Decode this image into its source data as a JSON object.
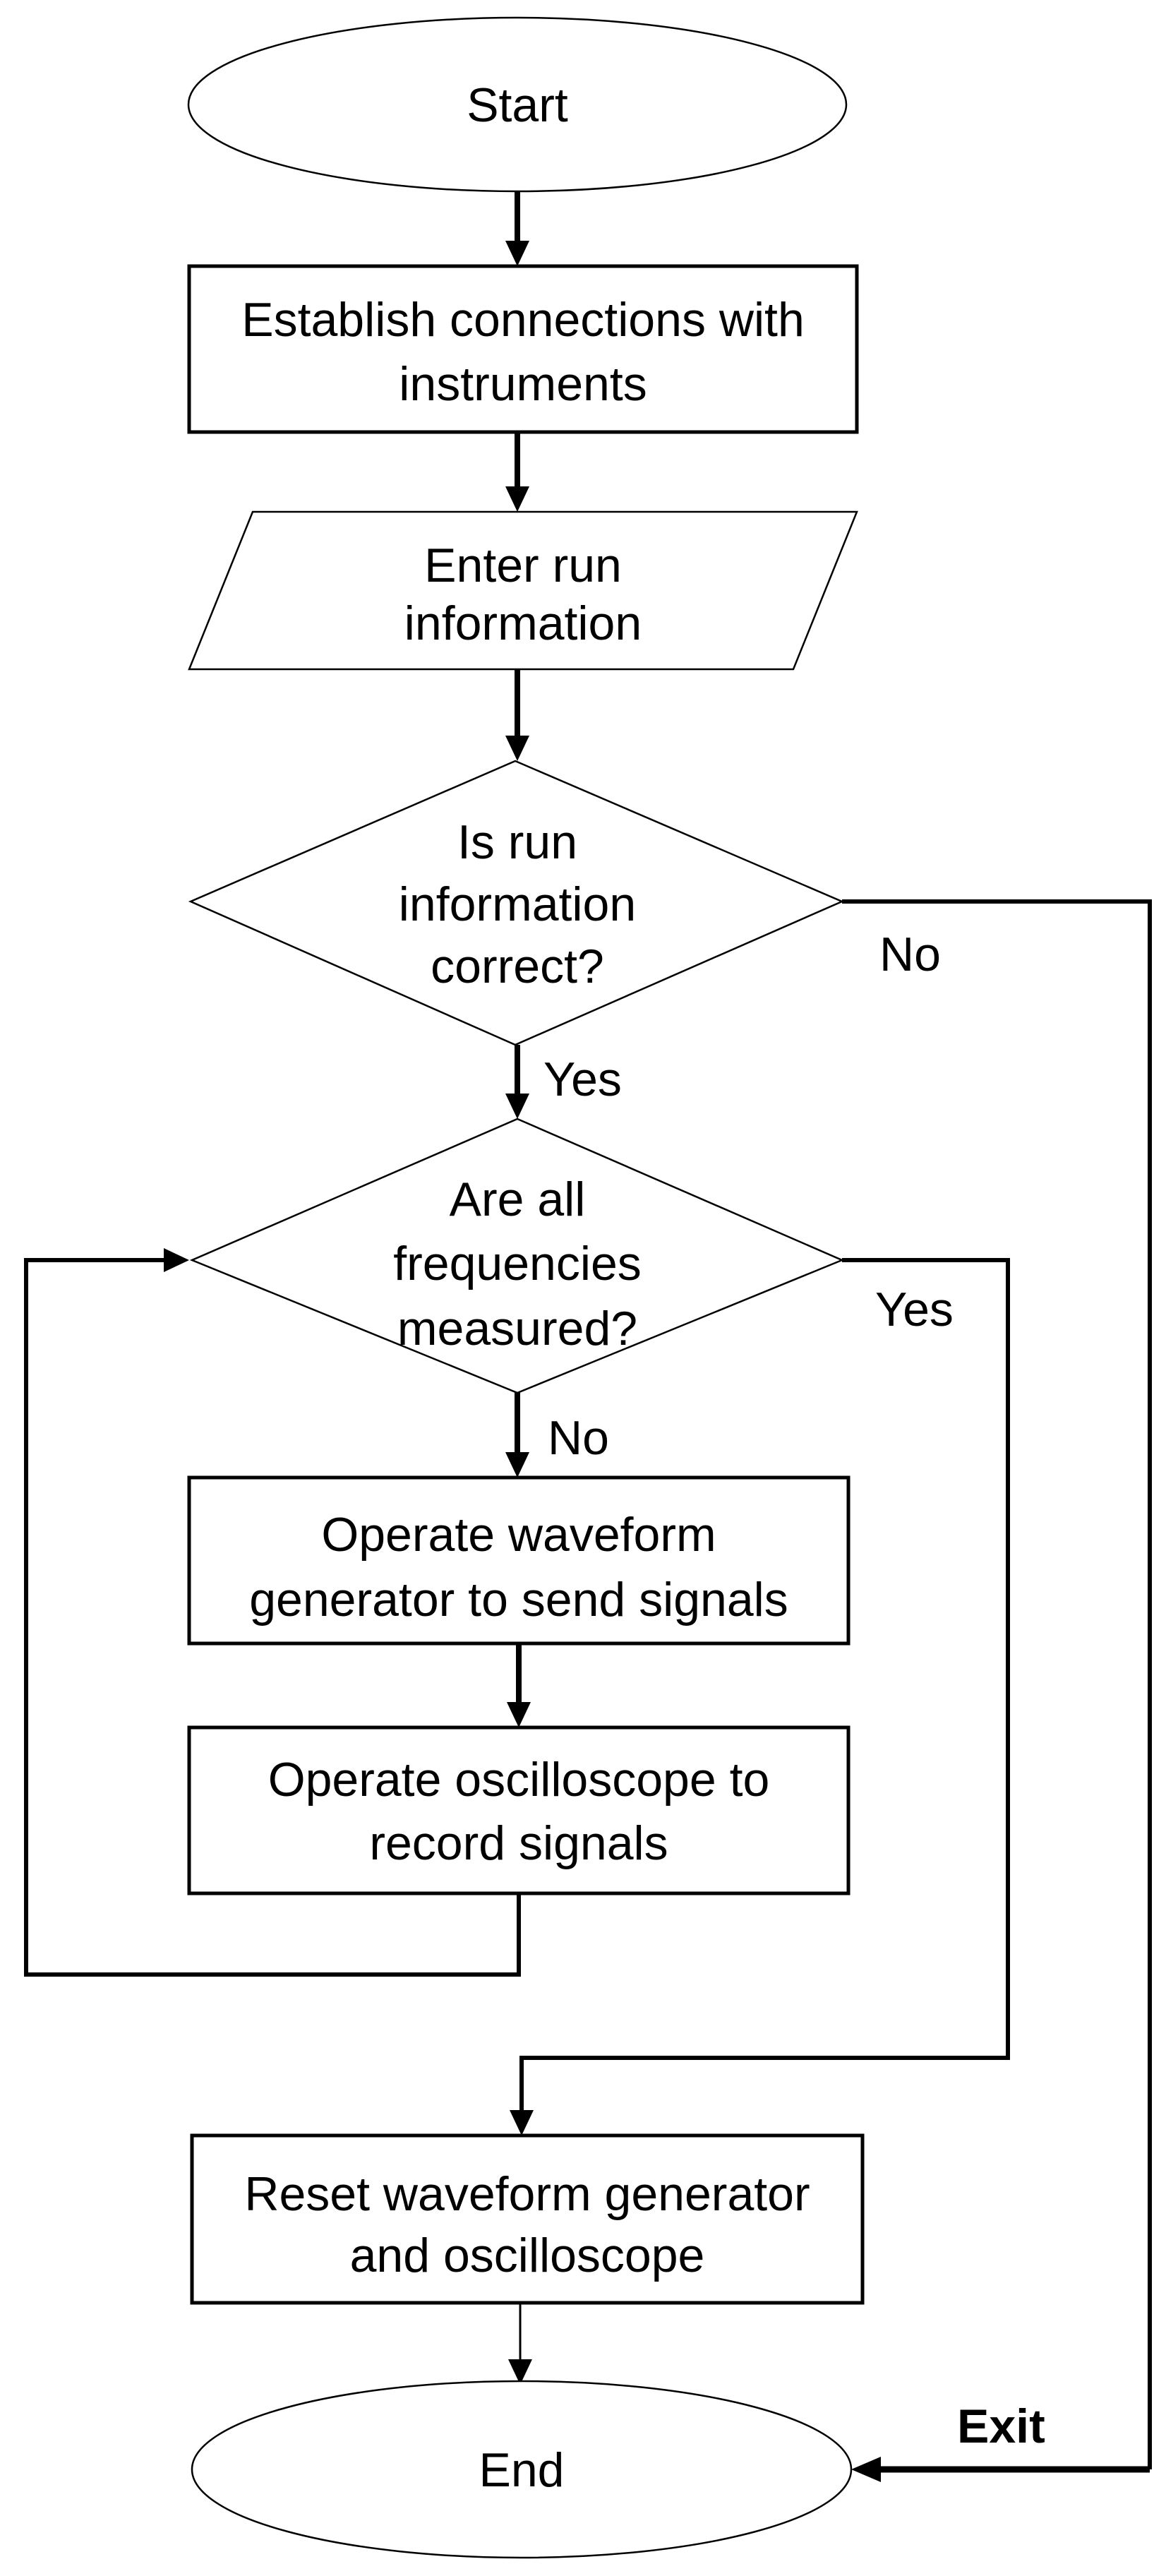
{
  "nodes": {
    "start": {
      "type": "terminator",
      "label": "Start"
    },
    "establish_connections": {
      "type": "process",
      "lines": [
        "Establish connections with",
        "instruments"
      ]
    },
    "enter_run_information": {
      "type": "data_input",
      "lines": [
        "Enter run",
        "information"
      ]
    },
    "is_run_information_correct": {
      "type": "decision",
      "lines": [
        "Is run",
        "information",
        "correct?"
      ]
    },
    "are_all_frequencies_measured": {
      "type": "decision",
      "lines": [
        "Are all",
        "frequencies",
        "measured?"
      ]
    },
    "operate_waveform_generator": {
      "type": "process",
      "lines": [
        "Operate waveform",
        "generator to send signals"
      ]
    },
    "operate_oscilloscope": {
      "type": "process",
      "lines": [
        "Operate oscilloscope to",
        "record signals"
      ]
    },
    "reset_instruments": {
      "type": "process",
      "lines": [
        "Reset waveform generator",
        "and oscilloscope"
      ]
    },
    "end": {
      "type": "terminator",
      "label": "End"
    }
  },
  "edge_labels": {
    "run_info_no": "No",
    "run_info_yes": "Yes",
    "frequencies_yes": "Yes",
    "frequencies_no": "No",
    "exit": "Exit"
  },
  "colors": {
    "line": "#000000",
    "text": "#000000",
    "background": "#ffffff"
  }
}
